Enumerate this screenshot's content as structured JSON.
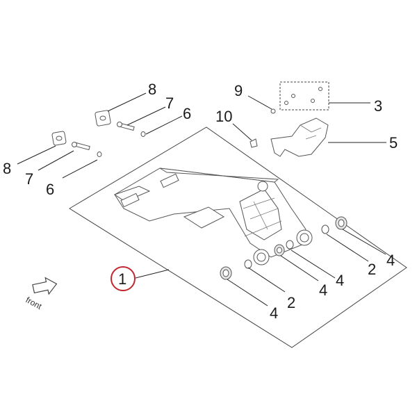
{
  "labels": {
    "part_1": "1",
    "part_2_a": "2",
    "part_4_a": "4",
    "part_2_b": "2",
    "part_4_b": "4",
    "part_4_c": "4",
    "part_4_d": "4",
    "part_3": "3",
    "part_5": "5",
    "part_6_a": "6",
    "part_6_b": "6",
    "part_7_a": "7",
    "part_7_b": "7",
    "part_8_a": "8",
    "part_8_b": "8",
    "part_9": "9",
    "part_10": "10",
    "front": "front"
  },
  "colors": {
    "highlight_circle": "#c0262c",
    "line": "#555555"
  }
}
